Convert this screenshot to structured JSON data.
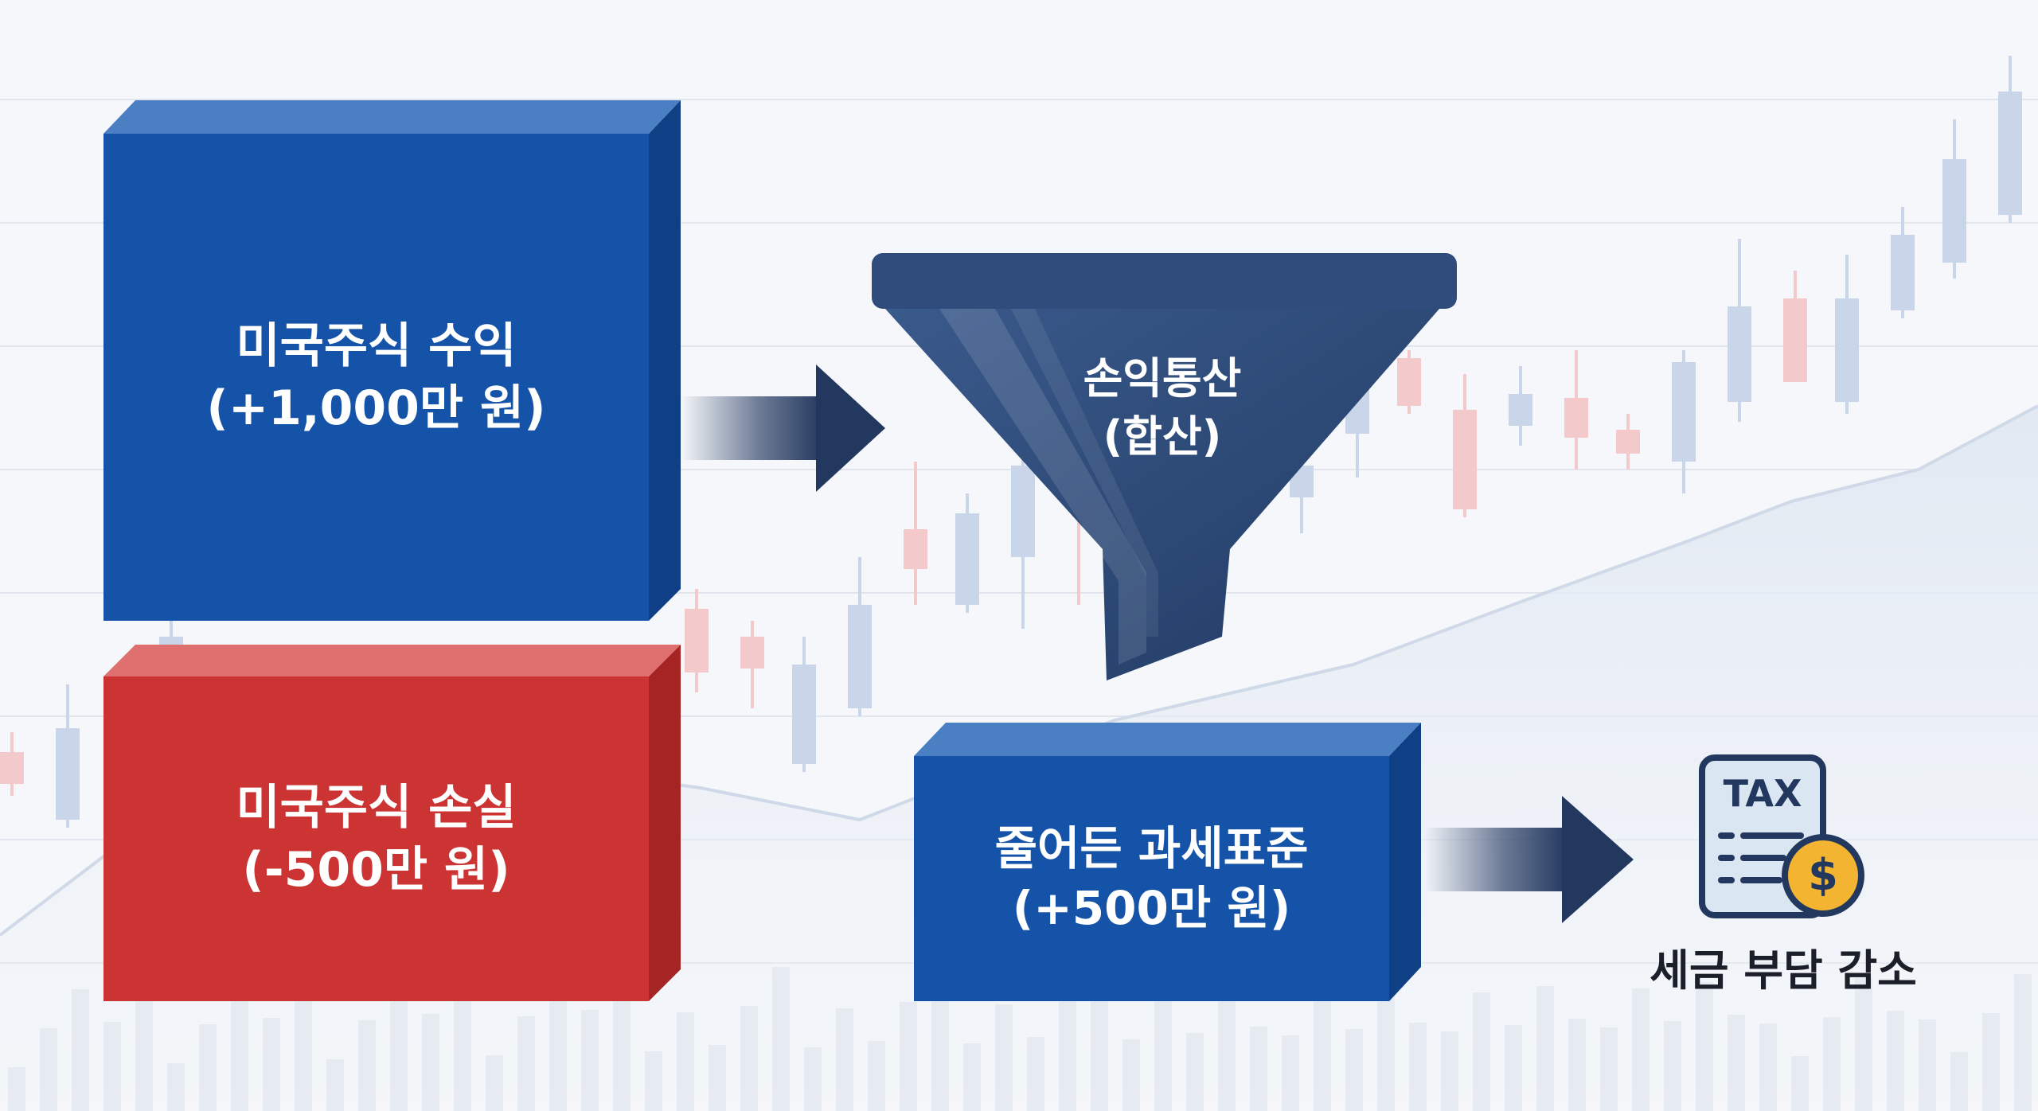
{
  "nodes": {
    "profit": {
      "line1": "미국주식 수익",
      "line2": "(+1,000만 원)",
      "color": "#1553a8"
    },
    "loss": {
      "line1": "미국주식 손실",
      "line2": "(-500만 원)",
      "color": "#cc3333"
    },
    "funnel": {
      "line1": "손익통산",
      "line2": "(합산)",
      "color": "#2c4a77"
    },
    "taxbase": {
      "line1": "줄어든 과세표준",
      "line2": "(+500만 원)",
      "color": "#1553a8"
    }
  },
  "tax_icon": {
    "label": "TAX",
    "symbol": "$",
    "caption": "세금 부담 감소"
  },
  "colors": {
    "arrow": "#23385f",
    "candle_up": "#c9d6ea",
    "candle_down": "#f3c9cc",
    "coin": "#f2b431"
  }
}
